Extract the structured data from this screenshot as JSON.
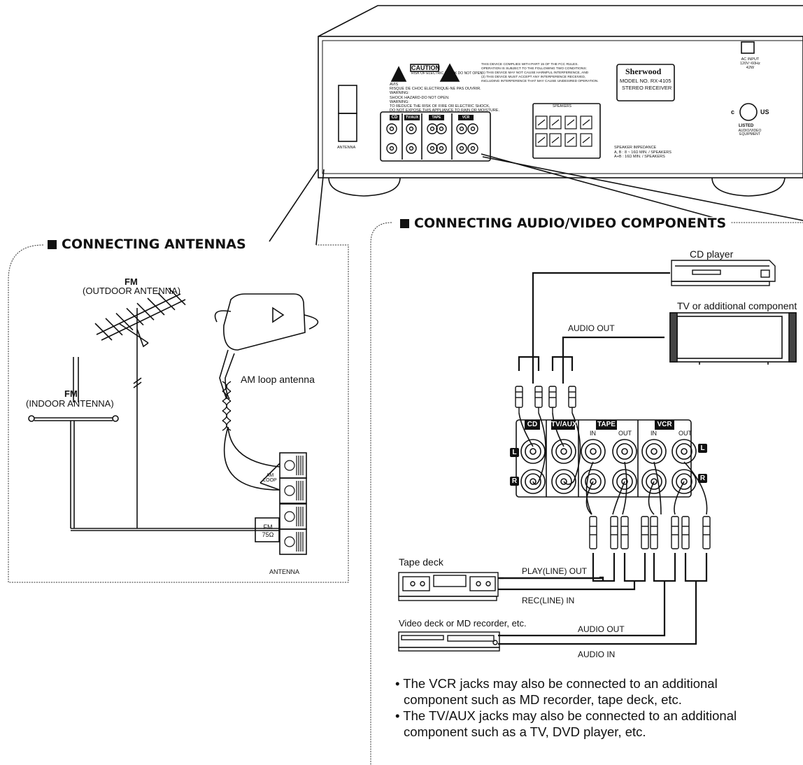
{
  "receiver": {
    "caution": "CAUTION",
    "caution_small": "RISK OF ELECTRIC SHOCK DO NOT OPEN",
    "warning_lines": [
      "AVIS",
      "RISQUE DE CHOC ELECTRIQUE-NE PAS OUVRIR.",
      "WARNING:",
      "SHOCK HAZARD-DO NOT OPEN.",
      "WARNING:",
      "TO REDUCE THE RISK OF FIRE OR ELECTRIC SHOCK,",
      "DO NOT EXPOSE THIS APPLIANCE TO RAIN OR MOISTURE."
    ],
    "fcc_lines": [
      "THIS DEVICE COMPLIES WITH PART 15 OF THE FCC RULES.",
      "OPERATION IS SUBJECT TO THE FOLLOWING TWO CONDITIONS:",
      "(1) THIS DEVICE MAY NOT CAUSE HARMFUL INTERFERENCE, AND",
      "(2) THIS DEVICE MUST ACCEPT ANY INTERFERENCE RECEIVED,",
      "INCLUDING INTERFERENCE THAT MAY CAUSE UNDESIRED OPERATION."
    ],
    "brand": "Sherwood",
    "model": "MODEL NO. RX-4105",
    "type": "STEREO RECEIVER",
    "ac_input": [
      "AC INPUT",
      "120V~60Hz",
      "42W"
    ],
    "speakers": "SPEAKERS",
    "impedance": [
      "SPEAKER IMPEDANCE",
      "A, B : 8 ~ 16Ω MIN. / SPEAKERS",
      "A+B : 16Ω MIN. / SPEAKERS"
    ],
    "antenna": "ANTENNA",
    "ul_listed": "LISTED",
    "ul_text": "AUDIO/VIDEO EQUIPMENT",
    "jacks_small": [
      "CD",
      "TV/AUX",
      "TAPE",
      "VCR"
    ]
  },
  "antennas": {
    "title": "CONNECTING ANTENNAS",
    "fm_outdoor_title": "FM",
    "fm_outdoor_sub": "(OUTDOOR ANTENNA)",
    "fm_indoor_title": "FM",
    "fm_indoor_sub": "(INDOOR ANTENNA)",
    "am_loop": "AM loop antenna",
    "am_terminal": "AM LOOP",
    "fm_terminal": "FM 75Ω",
    "antenna_label": "ANTENNA"
  },
  "av": {
    "title": "CONNECTING AUDIO/VIDEO COMPONENTS",
    "cd_player": "CD player",
    "tv_component": "TV or additional component",
    "audio_out_top": "AUDIO OUT",
    "panel": {
      "cd": "CD",
      "tvaux": "TV/AUX",
      "tape": "TAPE",
      "vcr": "VCR",
      "in1": "IN",
      "out1": "OUT",
      "in2": "IN",
      "out2": "OUT",
      "l": "L",
      "r": "R"
    },
    "tape_deck": "Tape deck",
    "play_out": "PLAY(LINE) OUT",
    "rec_in": "REC(LINE) IN",
    "video_deck": "Video deck or MD recorder, etc.",
    "audio_out": "AUDIO OUT",
    "audio_in": "AUDIO IN"
  },
  "notes": {
    "note1_line1": "• The VCR jacks may also be connected to an additional",
    "note1_line2": "component such as MD recorder, tape deck, etc.",
    "note2_line1": "• The TV/AUX jacks may also be connected to an additional",
    "note2_line2": "component such as a TV, DVD player, etc."
  }
}
